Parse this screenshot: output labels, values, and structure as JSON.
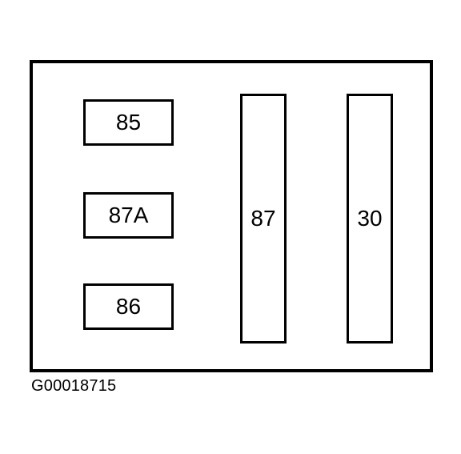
{
  "diagram": {
    "terminals": [
      {
        "id": "85",
        "label": "85"
      },
      {
        "id": "87A",
        "label": "87A"
      },
      {
        "id": "86",
        "label": "86"
      },
      {
        "id": "87",
        "label": "87"
      },
      {
        "id": "30",
        "label": "30"
      }
    ],
    "caption": "G00018715"
  }
}
